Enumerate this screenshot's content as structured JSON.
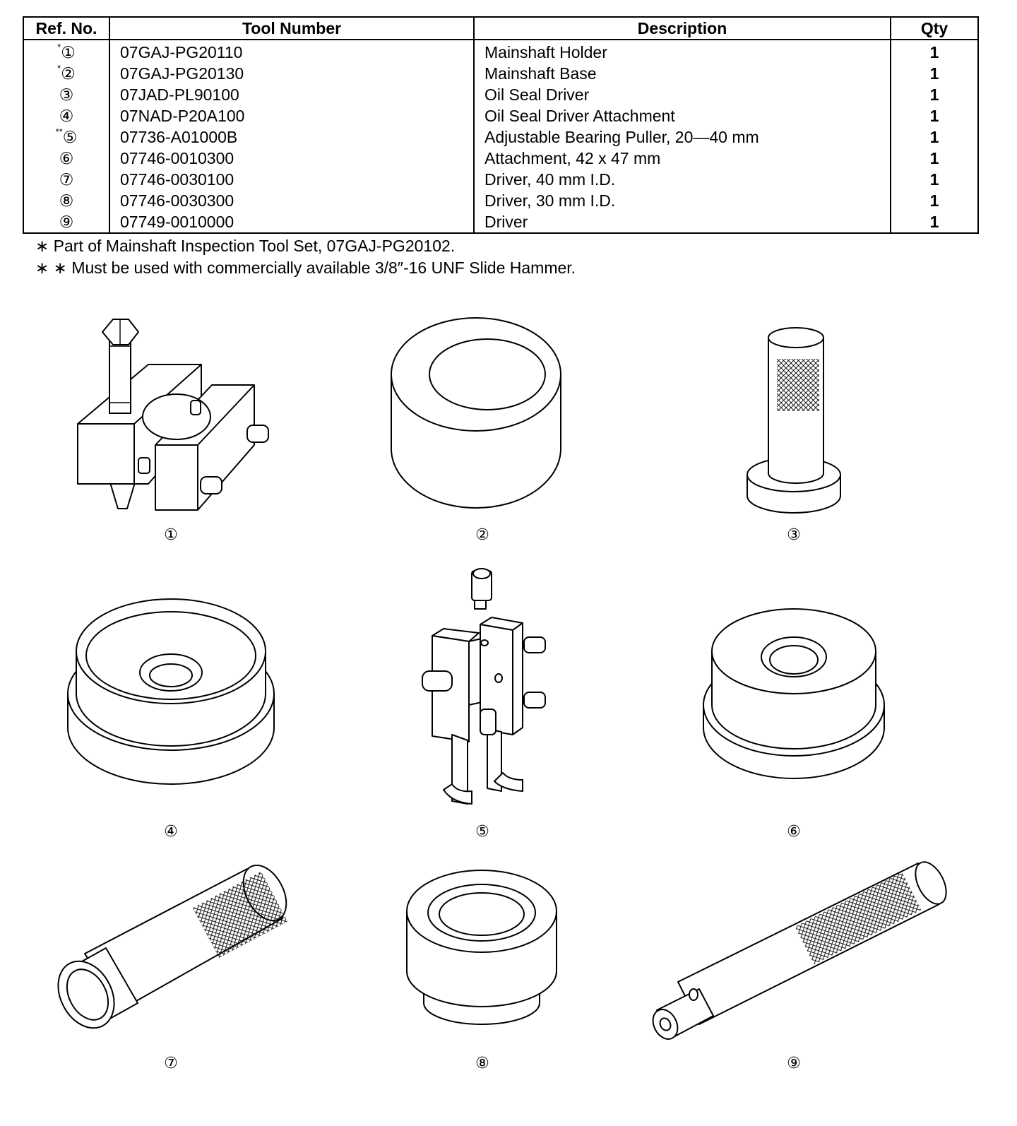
{
  "table": {
    "headers": [
      "Ref. No.",
      "Tool Number",
      "Description",
      "Qty"
    ],
    "rows": [
      {
        "mark": "*",
        "ref": "①",
        "tool": "07GAJ-PG20110",
        "desc": "Mainshaft Holder",
        "qty": "1"
      },
      {
        "mark": "*",
        "ref": "②",
        "tool": "07GAJ-PG20130",
        "desc": "Mainshaft Base",
        "qty": "1"
      },
      {
        "mark": "",
        "ref": "③",
        "tool": "07JAD-PL90100",
        "desc": "Oil Seal Driver",
        "qty": "1"
      },
      {
        "mark": "",
        "ref": "④",
        "tool": "07NAD-P20A100",
        "desc": "Oil Seal Driver Attachment",
        "qty": "1"
      },
      {
        "mark": "**",
        "ref": "⑤",
        "tool": "07736-A01000B",
        "desc": "Adjustable Bearing Puller, 20—40 mm",
        "qty": "1"
      },
      {
        "mark": "",
        "ref": "⑥",
        "tool": "07746-0010300",
        "desc": "Attachment, 42 x 47 mm",
        "qty": "1"
      },
      {
        "mark": "",
        "ref": "⑦",
        "tool": "07746-0030100",
        "desc": "Driver, 40 mm I.D.",
        "qty": "1"
      },
      {
        "mark": "",
        "ref": "⑧",
        "tool": "07746-0030300",
        "desc": "Driver, 30 mm I.D.",
        "qty": "1"
      },
      {
        "mark": "",
        "ref": "⑨",
        "tool": "07749-0010000",
        "desc": "Driver",
        "qty": "1"
      }
    ]
  },
  "notes": [
    "∗ Part of Mainshaft Inspection Tool Set, 07GAJ-PG20102.",
    "∗ ∗ Must be used with commercially available 3/8″-16 UNF Slide Hammer."
  ],
  "figures": {
    "labels": [
      "①",
      "②",
      "③",
      "④",
      "⑤",
      "⑥",
      "⑦",
      "⑧",
      "⑨"
    ]
  }
}
